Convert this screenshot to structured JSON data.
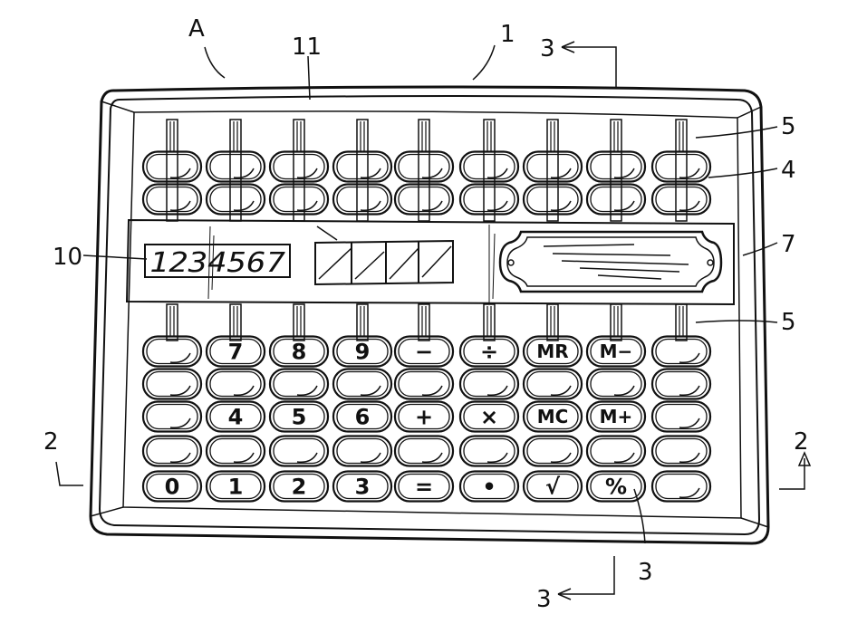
{
  "labels": {
    "assembly": "A",
    "housing": "1",
    "section_top": "3",
    "section_bottom": "3",
    "section_left": "2",
    "section_right": "2",
    "rod_upper": "5",
    "rod_lower": "5",
    "bead": "4",
    "panel": "7",
    "display": "10",
    "solar": "11",
    "key": "3"
  },
  "display": {
    "digits": "1234567"
  },
  "keypad": {
    "rows": [
      [
        "",
        "7",
        "8",
        "9",
        "−",
        "÷",
        "MR",
        "M−",
        ""
      ],
      [
        "",
        "",
        "",
        "",
        "",
        "",
        "",
        "",
        ""
      ],
      [
        "",
        "4",
        "5",
        "6",
        "+",
        "×",
        "MC",
        "M+",
        ""
      ],
      [
        "",
        "",
        "",
        "",
        "",
        "",
        "",
        "",
        ""
      ],
      [
        "0",
        "1",
        "2",
        "3",
        "=",
        "•",
        "√",
        "%",
        ""
      ]
    ]
  },
  "upper_beads": {
    "columns": 9,
    "rows": 2
  }
}
